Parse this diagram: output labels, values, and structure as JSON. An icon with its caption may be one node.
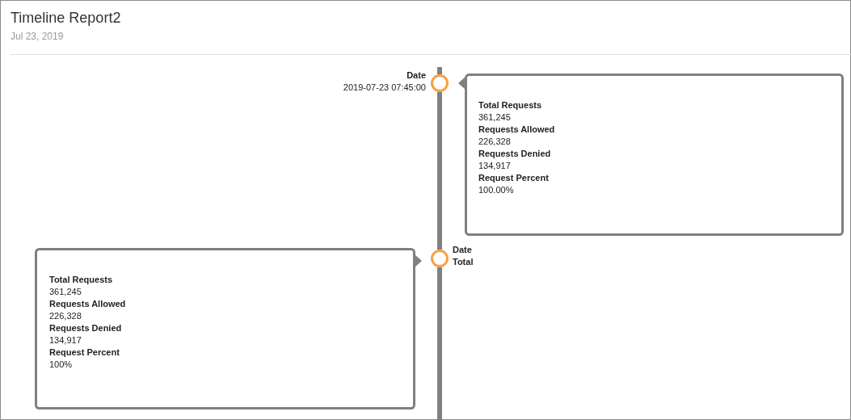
{
  "diagram": {
    "title": "Timeline Report2",
    "nodes": [
      {
        "text": [],
        "shape": "circle",
        "beside": [
          "Date",
          "2019-07-23 07:45:00"
        ]
      },
      {
        "text": [
          "Total Requests",
          "361,245",
          "Requests Allowed",
          "226,328",
          "Requests Denied",
          "134,917",
          "Request Percent",
          "100.00%"
        ]
      },
      {
        "text": [],
        "shape": "circle",
        "beside": [
          "Date",
          "Total"
        ]
      },
      {
        "text": [
          "Total Requests",
          "361,245",
          "Requests Allowed",
          "226,328",
          "Requests Denied",
          "134,917",
          "Request Percent",
          "100%"
        ]
      }
    ],
    "edges": [
      {
        "from": 0,
        "to": 2,
        "arrow": "none"
      }
    ],
    "labels": [
      "Jul 23, 2019"
    ]
  }
}
